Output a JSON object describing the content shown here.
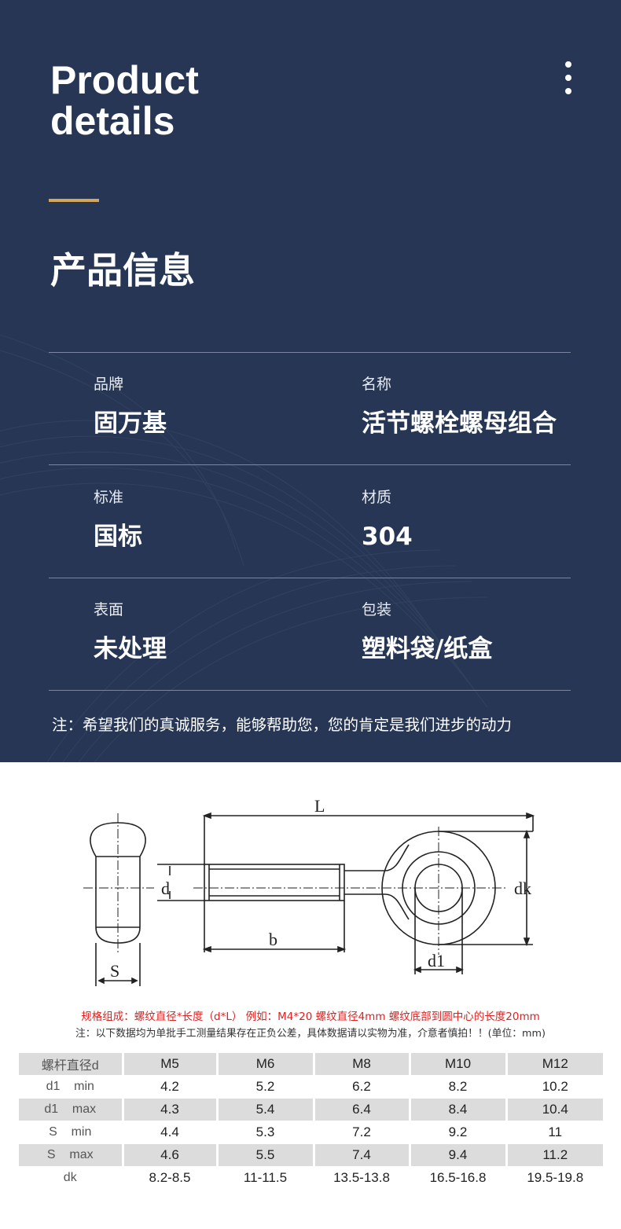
{
  "header": {
    "title_line1": "Product",
    "title_line2": "details",
    "cn_title": "产品信息",
    "menu_icon": "more-vertical-icon"
  },
  "info": [
    {
      "label": "品牌",
      "value": "固万基"
    },
    {
      "label": "名称",
      "value": "活节螺栓螺母组合"
    },
    {
      "label": "标准",
      "value": "国标"
    },
    {
      "label": "材质",
      "value": "304"
    },
    {
      "label": "表面",
      "value": "未处理"
    },
    {
      "label": "包装",
      "value": "塑料袋/纸盒"
    }
  ],
  "note": "注：希望我们的真诚服务，能够帮助您，您的肯定是我们进步的动力",
  "diagram": {
    "labels": {
      "L": "L",
      "d": "d",
      "dk": "dk",
      "b": "b",
      "d1": "d1",
      "S": "S"
    }
  },
  "spec_line": "规格组成：螺纹直径*长度（d*L） 例如：M4*20 螺纹直径4mm 螺纹底部到圆中心的长度20mm",
  "measure_note": "注：以下数据均为单批手工测量结果存在正负公差，具体数据请以实物为准，介意者慎拍！！(单位：mm)",
  "table": {
    "header": [
      "螺杆直径d",
      "M5",
      "M6",
      "M8",
      "M10",
      "M12"
    ],
    "rows": [
      [
        "d1    min",
        "4.2",
        "5.2",
        "6.2",
        "8.2",
        "10.2"
      ],
      [
        "d1    max",
        "4.3",
        "5.4",
        "6.4",
        "8.4",
        "10.4"
      ],
      [
        "S    min",
        "4.4",
        "5.3",
        "7.2",
        "9.2",
        "11"
      ],
      [
        "S    max",
        "4.6",
        "5.5",
        "7.4",
        "9.4",
        "11.2"
      ],
      [
        "dk",
        "8.2-8.5",
        "11-11.5",
        "13.5-13.8",
        "16.5-16.8",
        "19.5-19.8"
      ]
    ]
  },
  "colors": {
    "hero_bg": "#263654",
    "accent": "#d3a65b",
    "spec_red": "#e02020"
  }
}
